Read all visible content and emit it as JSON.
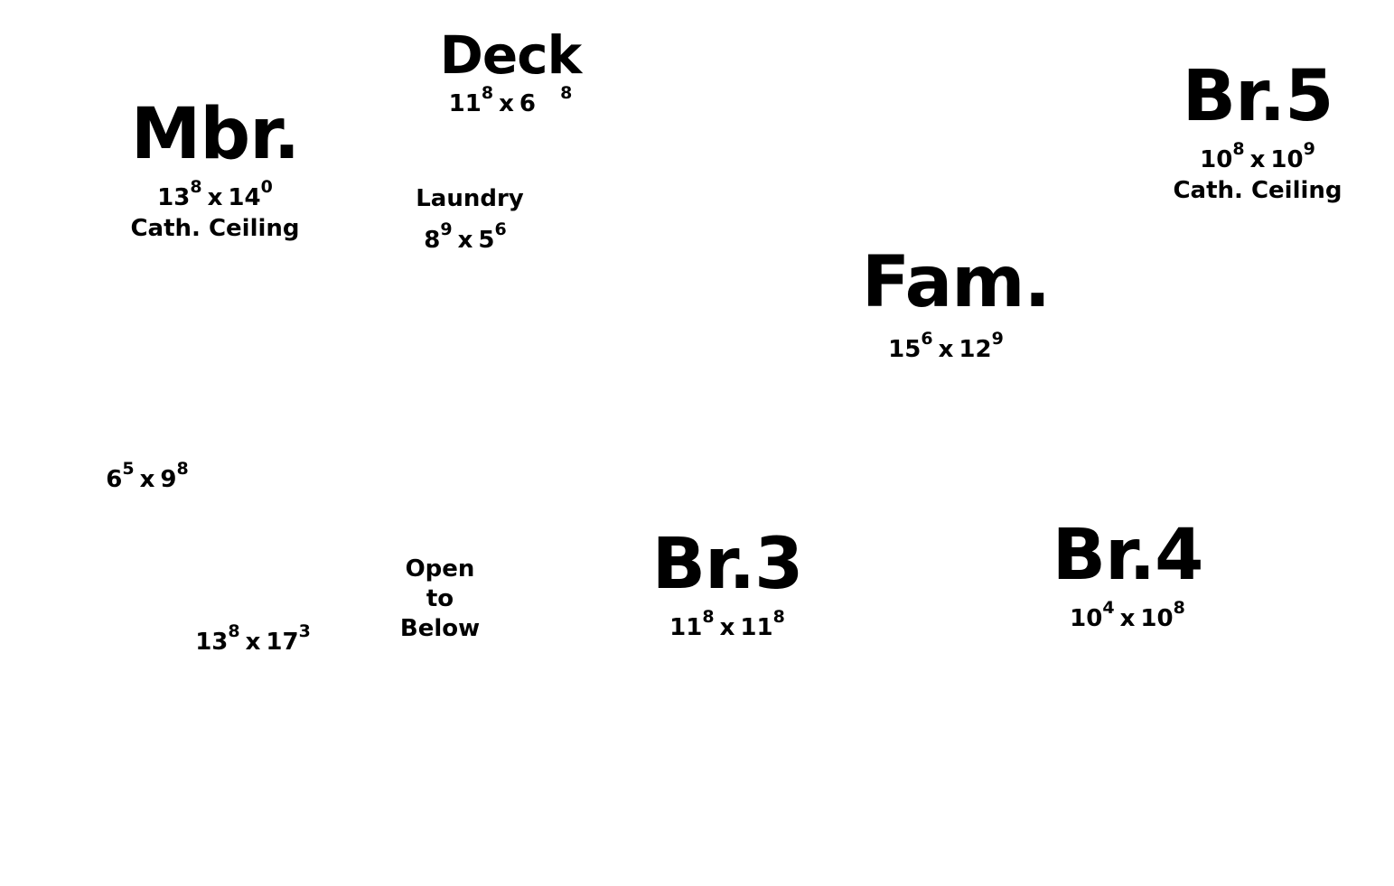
{
  "rooms": {
    "deck": {
      "name": "Deck",
      "w_ft": "11",
      "w_in": "8",
      "d_ft": "6",
      "d_in": "8"
    },
    "mbr": {
      "name": "Mbr.",
      "w_ft": "13",
      "w_in": "8",
      "d_ft": "14",
      "d_in": "0",
      "note": "Cath. Ceiling"
    },
    "laundry": {
      "name": "Laundry",
      "w_ft": "8",
      "w_in": "9",
      "d_ft": "5",
      "d_in": "6"
    },
    "br5": {
      "name": "Br.5",
      "w_ft": "10",
      "w_in": "8",
      "d_ft": "10",
      "d_in": "9",
      "note": "Cath. Ceiling"
    },
    "fam": {
      "name": "Fam.",
      "w_ft": "15",
      "w_in": "6",
      "d_ft": "12",
      "d_in": "9"
    },
    "br3": {
      "name": "Br.3",
      "w_ft": "11",
      "w_in": "8",
      "d_ft": "11",
      "d_in": "8"
    },
    "br4": {
      "name": "Br.4",
      "w_ft": "10",
      "w_in": "4",
      "d_ft": "10",
      "d_in": "8"
    }
  },
  "unlabeled_dims": [
    {
      "w_ft": "6",
      "w_in": "5",
      "d_ft": "9",
      "d_in": "8"
    },
    {
      "w_ft": "13",
      "w_in": "8",
      "d_ft": "17",
      "d_in": "3"
    }
  ],
  "open_to_below": [
    "Open",
    "to",
    "Below"
  ],
  "separator": "x"
}
